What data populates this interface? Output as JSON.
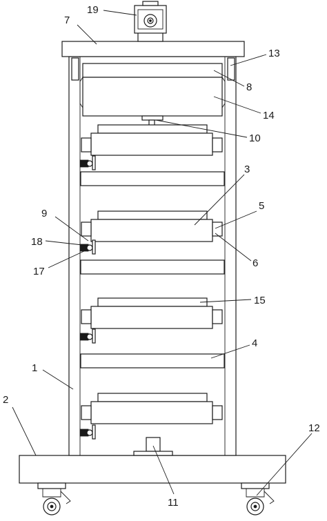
{
  "callouts": [
    {
      "id": "c1",
      "text": "1"
    },
    {
      "id": "c2",
      "text": "2"
    },
    {
      "id": "c3",
      "text": "3"
    },
    {
      "id": "c4",
      "text": "4"
    },
    {
      "id": "c5",
      "text": "5"
    },
    {
      "id": "c6",
      "text": "6"
    },
    {
      "id": "c7",
      "text": "7"
    },
    {
      "id": "c8",
      "text": "8"
    },
    {
      "id": "c9",
      "text": "9"
    },
    {
      "id": "c10",
      "text": "10"
    },
    {
      "id": "c11",
      "text": "11"
    },
    {
      "id": "c12",
      "text": "12"
    },
    {
      "id": "c13",
      "text": "13"
    },
    {
      "id": "c14",
      "text": "14"
    },
    {
      "id": "c15",
      "text": "15"
    },
    {
      "id": "c17",
      "text": "17"
    },
    {
      "id": "c18",
      "text": "18"
    },
    {
      "id": "c19",
      "text": "19"
    }
  ]
}
